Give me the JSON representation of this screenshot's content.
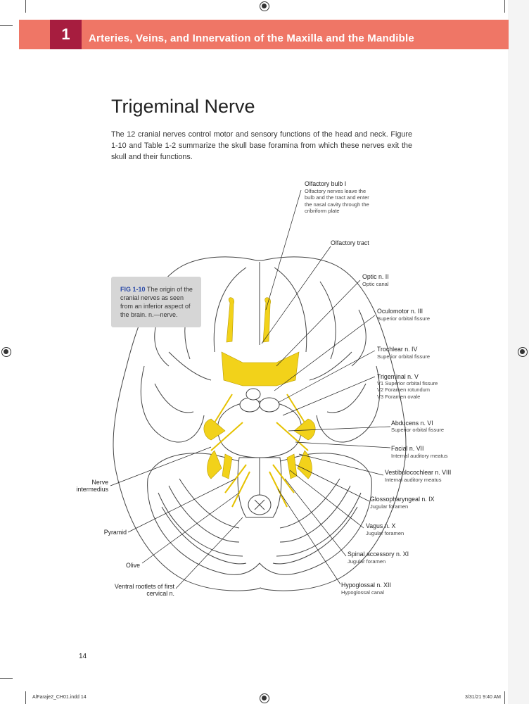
{
  "header": {
    "chapter_number": "1",
    "chapter_title": "Arteries, Veins, and Innervation of the Maxilla and the Mandible"
  },
  "section": {
    "title": "Trigeminal Nerve",
    "intro": "The 12 cranial nerves control motor and sensory functions of the head and neck. Figure 1-10 and Table 1-2 summarize the skull base foramina from which these nerves exit the skull and their functions."
  },
  "caption": {
    "fig_label": "FIG 1-10",
    "text": " The origin of the cranial nerves as seen from an inferior aspect of the brain. n.—nerve."
  },
  "labels": {
    "olfactory_bulb": {
      "title": "Olfactory bulb I",
      "sub": [
        "Olfactory nerves leave the",
        "bulb and the tract and enter",
        "the nasal cavity through the",
        "cribriform plate"
      ]
    },
    "olfactory_tract": {
      "title": "Olfactory tract"
    },
    "optic": {
      "title": "Optic n. II",
      "sub": [
        "Optic canal"
      ]
    },
    "oculomotor": {
      "title": "Oculomotor n. III",
      "sub": [
        "Superior orbital fissure"
      ]
    },
    "trochlear": {
      "title": "Trochlear n. IV",
      "sub": [
        "Superior orbital fissure"
      ]
    },
    "trigeminal": {
      "title": "Trigeminal n. V",
      "sub": [
        "V1 Superior orbital fissure",
        "V2 Foramen rotundum",
        "V3 Foramen ovale"
      ]
    },
    "abducens": {
      "title": "Abducens n. VI",
      "sub": [
        "Superior orbital fissure"
      ]
    },
    "facial": {
      "title": "Facial n. VII",
      "sub": [
        "Internal auditory meatus"
      ]
    },
    "vestibulocochlear": {
      "title": "Vestibulocochlear n. VIII",
      "sub": [
        "Internal auditory meatus"
      ]
    },
    "glossopharyngeal": {
      "title": "Glossopharyngeal n. IX",
      "sub": [
        "Jugular foramen"
      ]
    },
    "vagus": {
      "title": "Vagus n. X",
      "sub": [
        "Jugular foramen"
      ]
    },
    "spinal_accessory": {
      "title": "Spinal accessory n. XI",
      "sub": [
        "Jugular foramen"
      ]
    },
    "hypoglossal": {
      "title": "Hypoglossal n. XII",
      "sub": [
        "Hypoglossal canal"
      ]
    },
    "nerve_intermedius": {
      "title": [
        "Nerve",
        "intermedius"
      ]
    },
    "pyramid": {
      "title": "Pyramid"
    },
    "olive": {
      "title": "Olive"
    },
    "ventral_rootlets": {
      "title": [
        "Ventral rootlets of first",
        "cervical n."
      ]
    }
  },
  "footer": {
    "page_number": "14",
    "slug_left": "AlFaraje2_CH01.indd   14",
    "slug_right": "3/31/21   9:40 AM"
  },
  "colors": {
    "header_band": "#ef7666",
    "chapter_box": "#a71d3f",
    "fig_label": "#2b4aa8",
    "nerve_yellow": "#f2d21a"
  }
}
